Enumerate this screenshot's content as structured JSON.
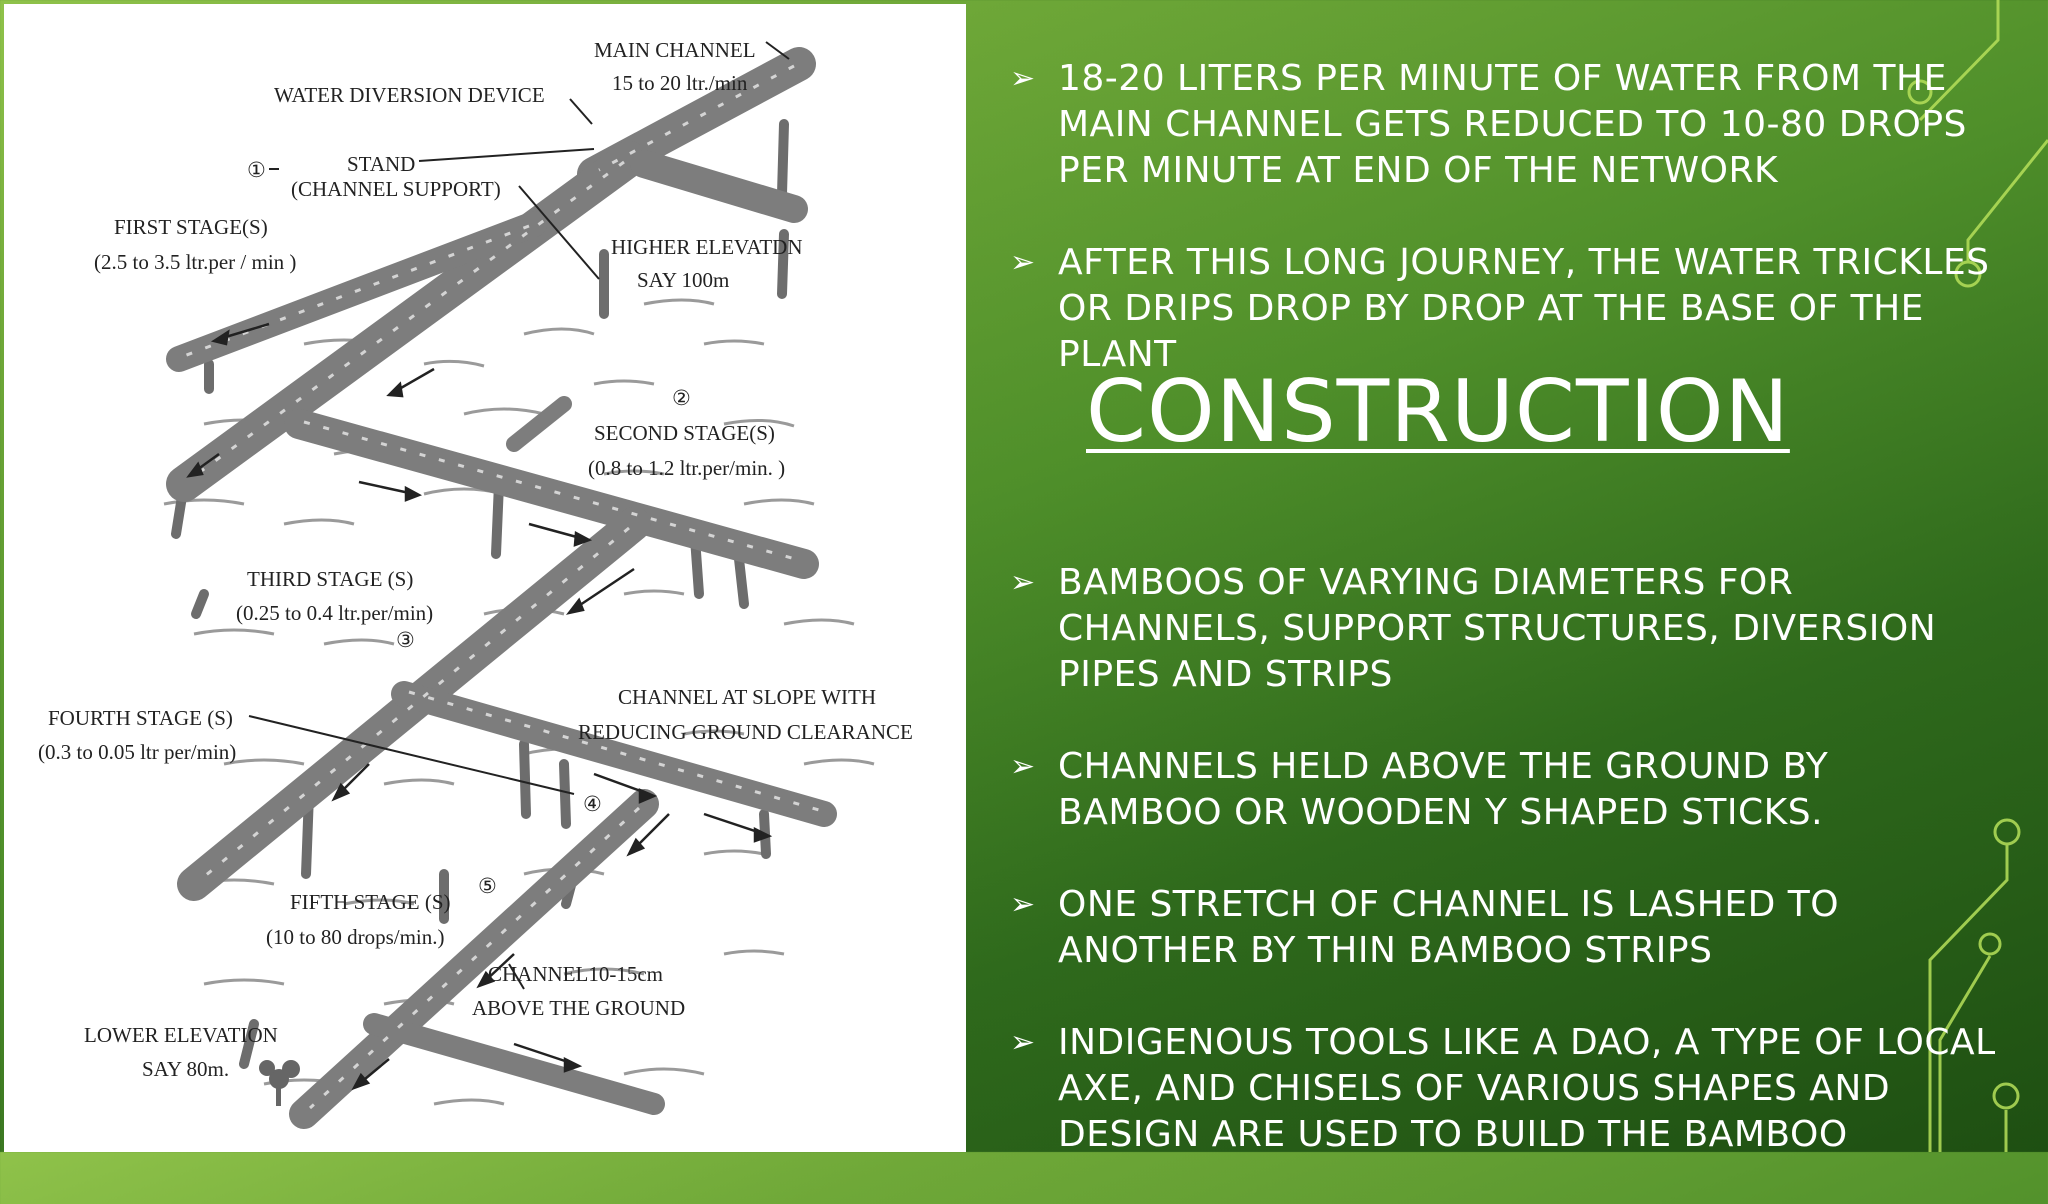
{
  "slide": {
    "heading": "CONSTRUCTION",
    "bullet_marker": "➢",
    "top_bullets": [
      "18-20 LITERS PER MINUTE OF WATER FROM THE MAIN CHANNEL GETS REDUCED TO 10-80 DROPS PER MINUTE AT END OF THE NETWORK",
      "AFTER THIS LONG JOURNEY, THE WATER TRICKLES OR DRIPS DROP BY DROP AT THE BASE OF THE PLANT"
    ],
    "bottom_bullets": [
      "BAMBOOS OF VARYING DIAMETERS FOR CHANNELS, SUPPORT STRUCTURES, DIVERSION PIPES AND STRIPS",
      "CHANNELS  HELD ABOVE THE GROUND BY BAMBOO OR WOODEN Y SHAPED STICKS.",
      " ONE STRETCH OF CHANNEL IS LASHED TO ANOTHER BY THIN BAMBOO STRIPS",
      "INDIGENOUS TOOLS LIKE A DAO, A TYPE OF LOCAL AXE, AND CHISELS OF VARIOUS SHAPES AND DESIGN ARE USED TO BUILD THE BAMBOO"
    ]
  },
  "diagram": {
    "labels": {
      "main_channel": "MAIN CHANNEL",
      "main_channel_rate": "15 to 20 ltr./min",
      "water_diversion": "WATER DIVERSION DEVICE",
      "stand_num": "①",
      "stand": "STAND",
      "channel_support": "(CHANNEL SUPPORT)",
      "first_stage": "FIRST STAGE(S)",
      "first_rate": "(2.5 to 3.5 ltr.per / min )",
      "higher_elev": "HIGHER ELEVATDN",
      "say100": "SAY 100m",
      "second_num": "②",
      "second_stage": "SECOND STAGE(S)",
      "second_rate": "(0.8 to 1.2 ltr.per/min. )",
      "third_stage": "THIRD STAGE (S)",
      "third_rate": "(0.25 to 0.4 ltr.per/min)",
      "third_num": "③",
      "channel_slope": "CHANNEL AT SLOPE WITH",
      "reducing": "REDUCING GROUND CLEARANCE",
      "fourth_stage": "FOURTH STAGE (S)",
      "fourth_rate": "(0.3 to 0.05 ltr per/min)",
      "fourth_num": "④",
      "fifth_num": "⑤",
      "fifth_stage": "FIFTH STAGE (S)",
      "fifth_rate": "(10 to 80 drops/min.)",
      "channel_height": "CHANNEL10-15cm",
      "above_ground": "ABOVE THE GROUND",
      "lower_elev": "LOWER ELEVATION",
      "say80": "SAY 80m."
    }
  },
  "colors": {
    "bamboo": "#7d7d7d",
    "bamboo_dark": "#555555",
    "circuit": "#b6e05a",
    "text": "#ffffff"
  }
}
